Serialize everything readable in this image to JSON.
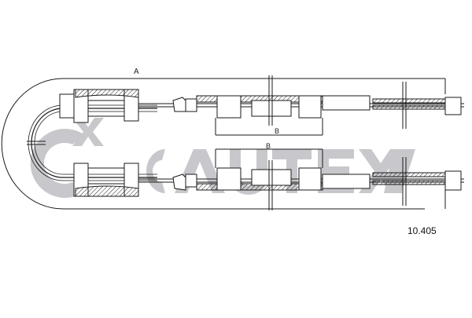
{
  "drawing": {
    "type": "parking brake cable technical drawing",
    "dimension_labels": {
      "overall_length": "A",
      "sheath_length_top": "B",
      "sheath_length_bottom": "B"
    },
    "part_number": "10.405",
    "cables": [
      {
        "position": "top",
        "label": "cable-1"
      },
      {
        "position": "bottom",
        "label": "cable-2"
      }
    ]
  },
  "watermark": {
    "brand": "CAUTEX",
    "logo": "cx-logo",
    "color": "#c8c8cc"
  },
  "colors": {
    "line": "#1a1a1a",
    "background": "#ffffff",
    "watermark": "#c8c8cc"
  }
}
